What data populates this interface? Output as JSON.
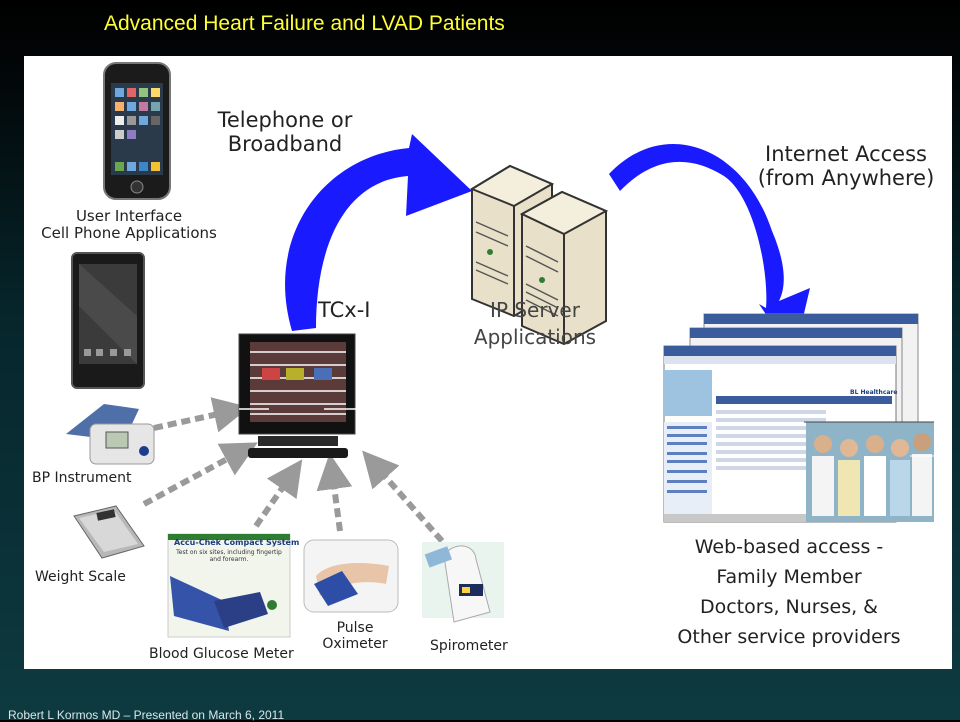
{
  "slide": {
    "title": "Advanced Heart Failure and LVAD Patients",
    "footer": "Robert L Kormos MD – Presented on March 6, 2011"
  },
  "labels": {
    "telephone_line1": "Telephone or",
    "telephone_line2": "Broadband",
    "internet_line1": "Internet Access",
    "internet_line2": "(from Anywhere)",
    "user_interface_line1": "User Interface",
    "user_interface_line2": "Cell Phone Applications",
    "tcx": "TCx-I",
    "ip_server_line1": "IP Server",
    "ip_server_line2": "Applications",
    "bp_instrument": "BP Instrument",
    "weight_scale": "Weight Scale",
    "glucose_meter": "Blood Glucose Meter",
    "pulse_line1": "Pulse",
    "pulse_line2": "Oximeter",
    "spirometer": "Spirometer",
    "web_line1": "Web-based access -",
    "web_line2": "Family Member",
    "web_line3": "Doctors, Nurses, &",
    "web_line4": "Other service providers"
  },
  "device_text": {
    "glucose_box_title": "Accu-Chek Compact System",
    "glucose_box_sub": "Test on six sites, including fingertip and forearm.",
    "web_brand": "BL Healthcare"
  },
  "colors": {
    "arrow_blue": "#1a1aff",
    "title_yellow": "#ffff33",
    "dashed_arrow": "#9a9a9a"
  }
}
